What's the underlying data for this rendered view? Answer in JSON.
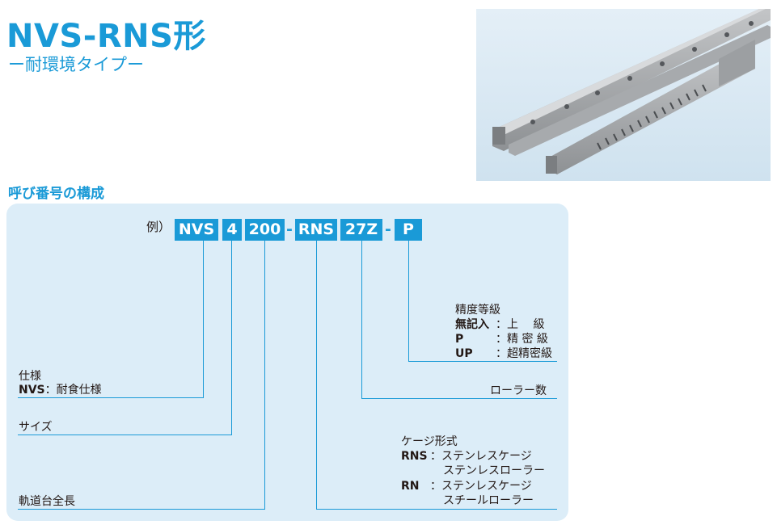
{
  "header": {
    "title": "NVS-RNS形",
    "subtitle": "ー耐環境タイプー"
  },
  "section_title": "呼び番号の構成",
  "example": {
    "prefix": "例）",
    "parts": [
      "NVS",
      "4",
      "200",
      "RNS",
      "27Z",
      "P"
    ],
    "separator": "-"
  },
  "spec": {
    "title": "仕様",
    "code": "NVS",
    "sep": "：",
    "desc": "耐食仕様"
  },
  "size_label": "サイズ",
  "length_label": "軌道台全長",
  "roller_count_label": "ローラー数",
  "accuracy": {
    "title": "精度等級",
    "rows": [
      {
        "code": "無記入",
        "sep": "：",
        "desc": "上　 級"
      },
      {
        "code": "P",
        "sep": "：",
        "desc": "精 密 級"
      },
      {
        "code": "UP",
        "sep": "：",
        "desc": "超精密級"
      }
    ]
  },
  "cage": {
    "title": "ケージ形式",
    "rows": [
      {
        "code": "RNS",
        "sep": "：",
        "line1": "ステンレスケージ",
        "line2": "ステンレスローラー"
      },
      {
        "code": "RN",
        "sep": "：",
        "line1": "ステンレスケージ",
        "line2": "スチールローラー"
      }
    ]
  },
  "colors": {
    "accent": "#1a9ad7",
    "panel": "#dcedf8",
    "text": "#231815"
  }
}
